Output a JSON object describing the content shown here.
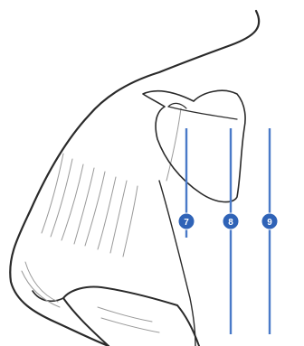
{
  "colors": {
    "guide_line": "#4a7ac8",
    "badge_fill": "#2f63b7",
    "badge_text": "#ffffff",
    "outline": "#2a2a2a",
    "shading": "#9a9a9a"
  },
  "markers": [
    {
      "label": "7"
    },
    {
      "label": "8"
    },
    {
      "label": "9"
    }
  ]
}
